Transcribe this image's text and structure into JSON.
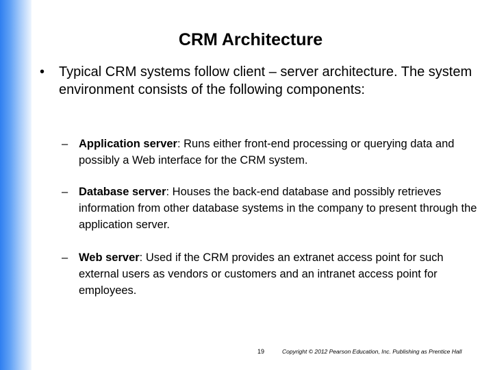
{
  "slide": {
    "title": "CRM Architecture",
    "bullet_marker": "•",
    "dash_marker": "–",
    "intro": "Typical CRM systems follow client – server architecture. The system environment consists of the following components:",
    "components": [
      {
        "term": "Application server",
        "description": ": Runs either front-end processing or querying data and possibly a Web interface for the CRM system."
      },
      {
        "term": "Database server",
        "description": ": Houses the back-end database and possibly retrieves information from other database systems in the company to present through the application server."
      },
      {
        "term": "Web server",
        "description": ": Used if the CRM provides an extranet access point for such external users as vendors or customers and an intranet access point for employees."
      }
    ],
    "page_number": "19",
    "copyright": "Copyright © 2012 Pearson Education, Inc. Publishing as Prentice Hall"
  },
  "colors": {
    "accent_bar": "#2f7ff0",
    "text": "#000000",
    "background": "#ffffff"
  }
}
